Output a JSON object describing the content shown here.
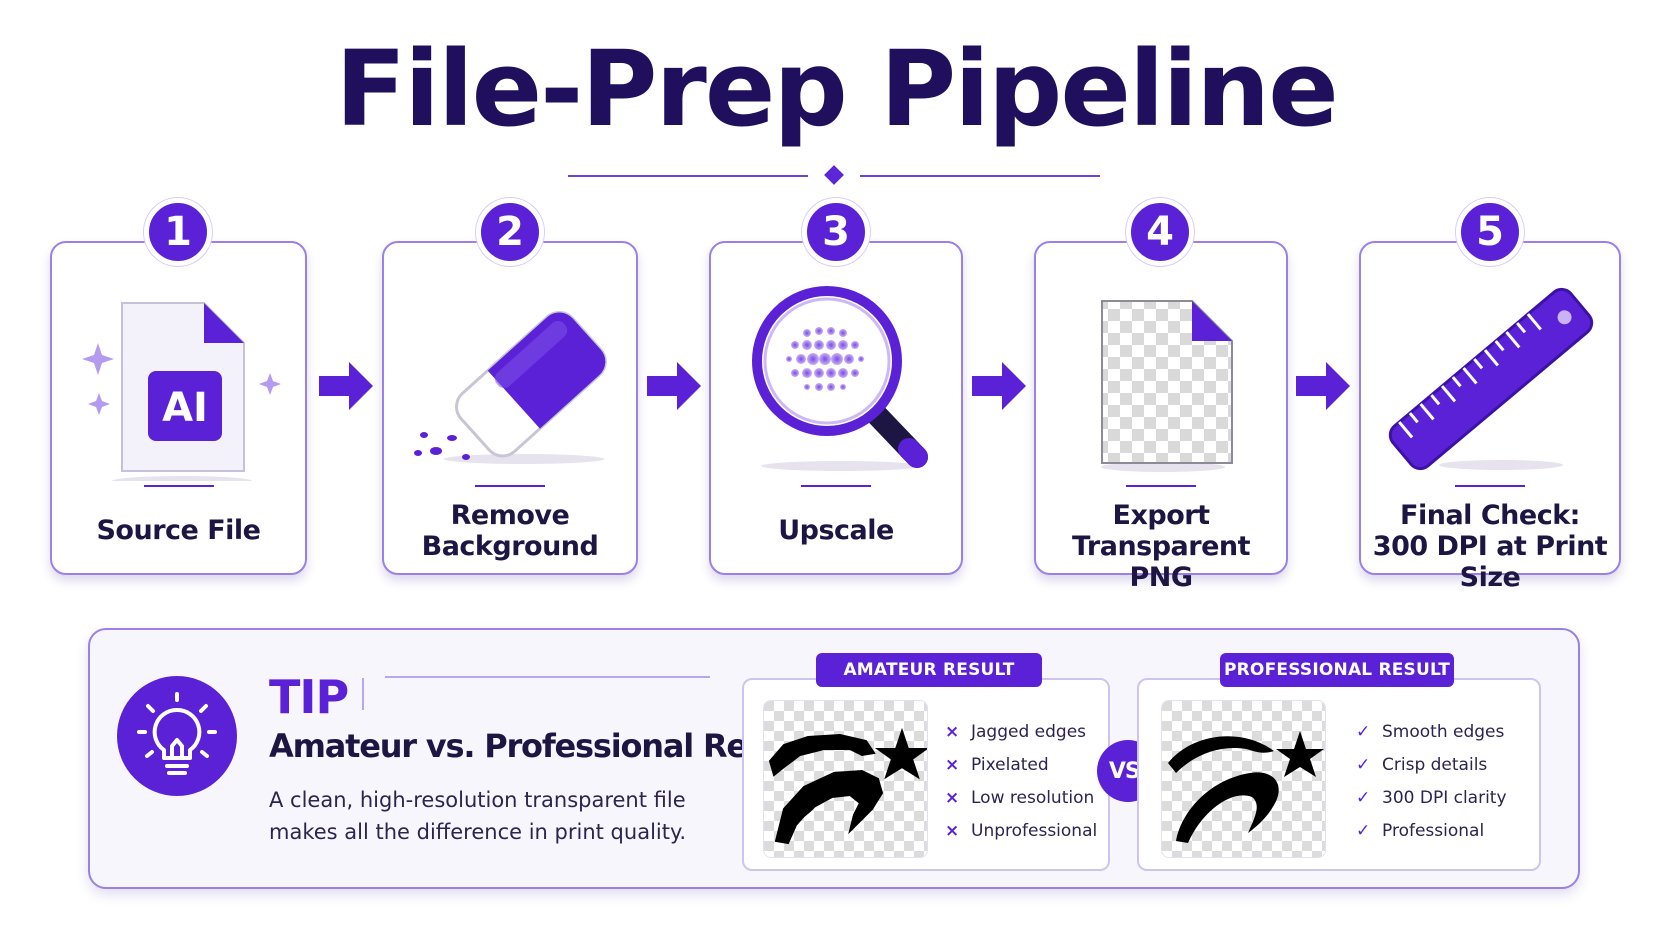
{
  "title": "File-Prep Pipeline",
  "steps": [
    {
      "number": "1",
      "label_lines": [
        "Source File"
      ],
      "icon": "ai-file-icon",
      "icon_text": "AI"
    },
    {
      "number": "2",
      "label_lines": [
        "Remove",
        "Background"
      ],
      "icon": "eraser-icon"
    },
    {
      "number": "3",
      "label_lines": [
        "Upscale"
      ],
      "icon": "magnifier-icon"
    },
    {
      "number": "4",
      "label_lines": [
        "Export",
        "Transparent PNG"
      ],
      "icon": "transparent-file-icon"
    },
    {
      "number": "5",
      "label_lines": [
        "Final Check:",
        "300 DPI at Print Size"
      ],
      "icon": "ruler-icon"
    }
  ],
  "tip": {
    "label": "TIP",
    "heading": "Amateur vs. Professional Result",
    "body": "A clean, high-resolution transparent file makes all the difference in print quality.",
    "icon": "lightbulb-icon"
  },
  "comparison": {
    "amateur": {
      "tag": "AMATEUR RESULT",
      "mark": "×",
      "items": [
        "Jagged edges",
        "Pixelated",
        "Low resolution",
        "Unprofessional"
      ]
    },
    "vs_label": "VS.",
    "professional": {
      "tag": "PROFESSIONAL RESULT",
      "mark": "✓",
      "items": [
        "Smooth edges",
        "Crisp details",
        "300 DPI clarity",
        "Professional"
      ]
    }
  },
  "colors": {
    "accent": "#5a21d6",
    "dark_text": "#1d1542",
    "card_border": "#9b80ea"
  }
}
